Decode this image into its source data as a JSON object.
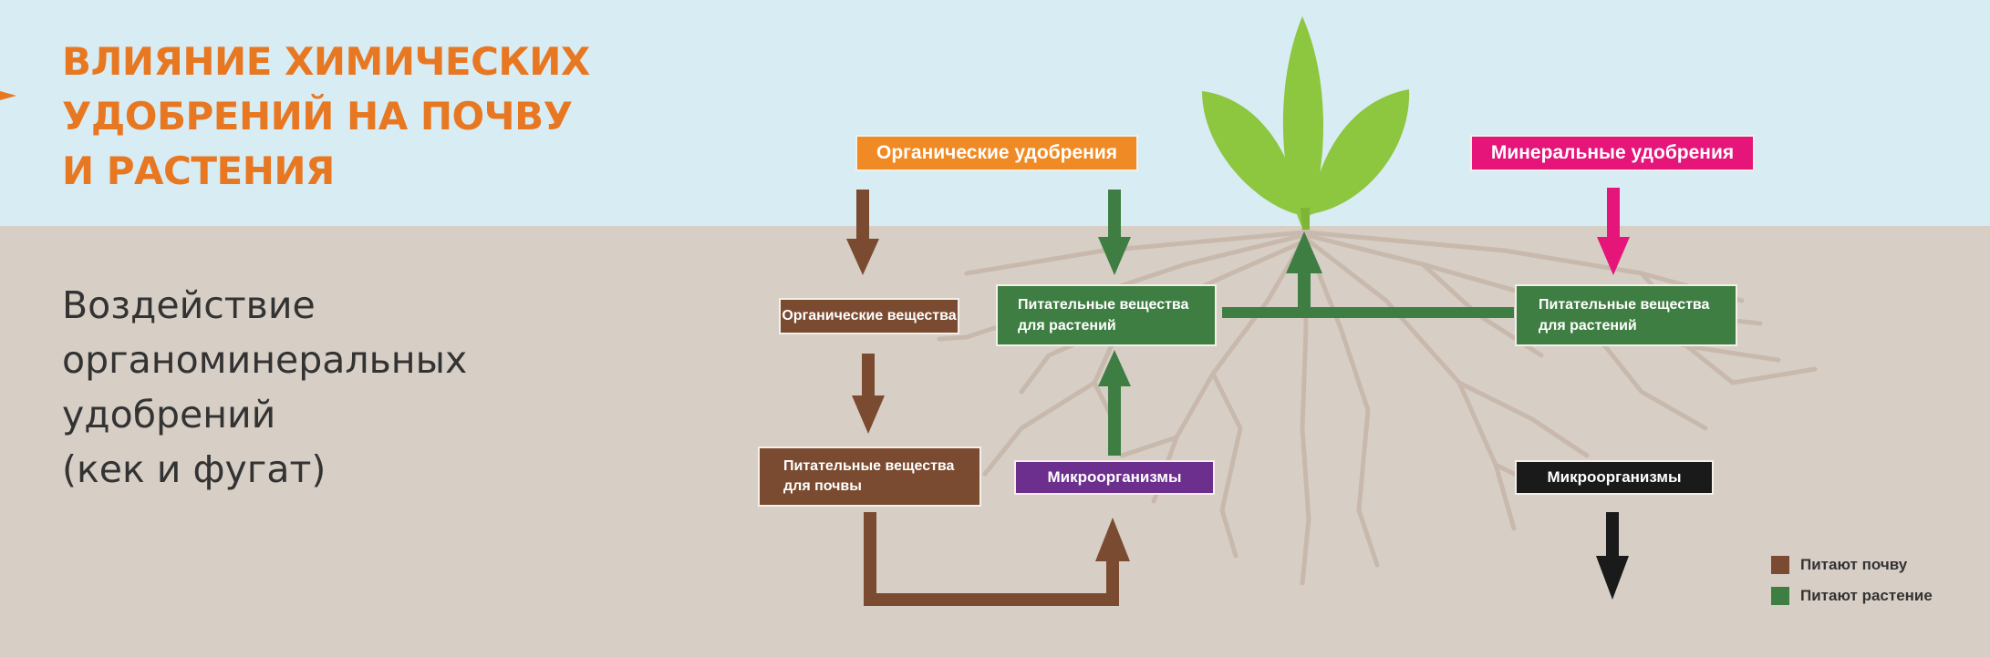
{
  "title_lines": [
    "ВЛИЯНИЕ ХИМИЧЕСКИХ",
    "УДОБРЕНИЙ НА ПОЧВУ",
    "И РАСТЕНИЯ"
  ],
  "subtitle_lines": [
    "Воздействие",
    "органоминеральных",
    "удобрений",
    "(кек и фугат)"
  ],
  "nodes": {
    "organic_fertilizers": {
      "label": "Органические удобрения",
      "color": "#f08a24"
    },
    "mineral_fertilizers": {
      "label": "Минеральные удобрения",
      "color": "#e5157a"
    },
    "organic_substances": {
      "label": "Органические вещества",
      "color": "#7a4b30"
    },
    "plant_nutrients_left": {
      "lines": [
        "Питательные вещества",
        "для растений"
      ],
      "color": "#3f7e42"
    },
    "plant_nutrients_right": {
      "lines": [
        "Питательные вещества",
        "для растений"
      ],
      "color": "#3f7e42"
    },
    "soil_nutrients": {
      "lines": [
        "Питательные вещества",
        "для почвы"
      ],
      "color": "#7a4b30"
    },
    "microorganisms_left": {
      "label": "Микроорганизмы",
      "color": "#6c2f8e"
    },
    "microorganisms_right": {
      "label": "Микроорганизмы",
      "color": "#1a1a1a"
    }
  },
  "legend": [
    {
      "label": "Питают почву",
      "color": "#7a4b30"
    },
    {
      "label": "Питают растение",
      "color": "#3f7e42"
    }
  ],
  "colors": {
    "sky": "#d8ecf3",
    "soil": "#d7cfc6",
    "title": "#e87722",
    "leaf": "#8dc63f",
    "root": "#c8b9ac"
  }
}
